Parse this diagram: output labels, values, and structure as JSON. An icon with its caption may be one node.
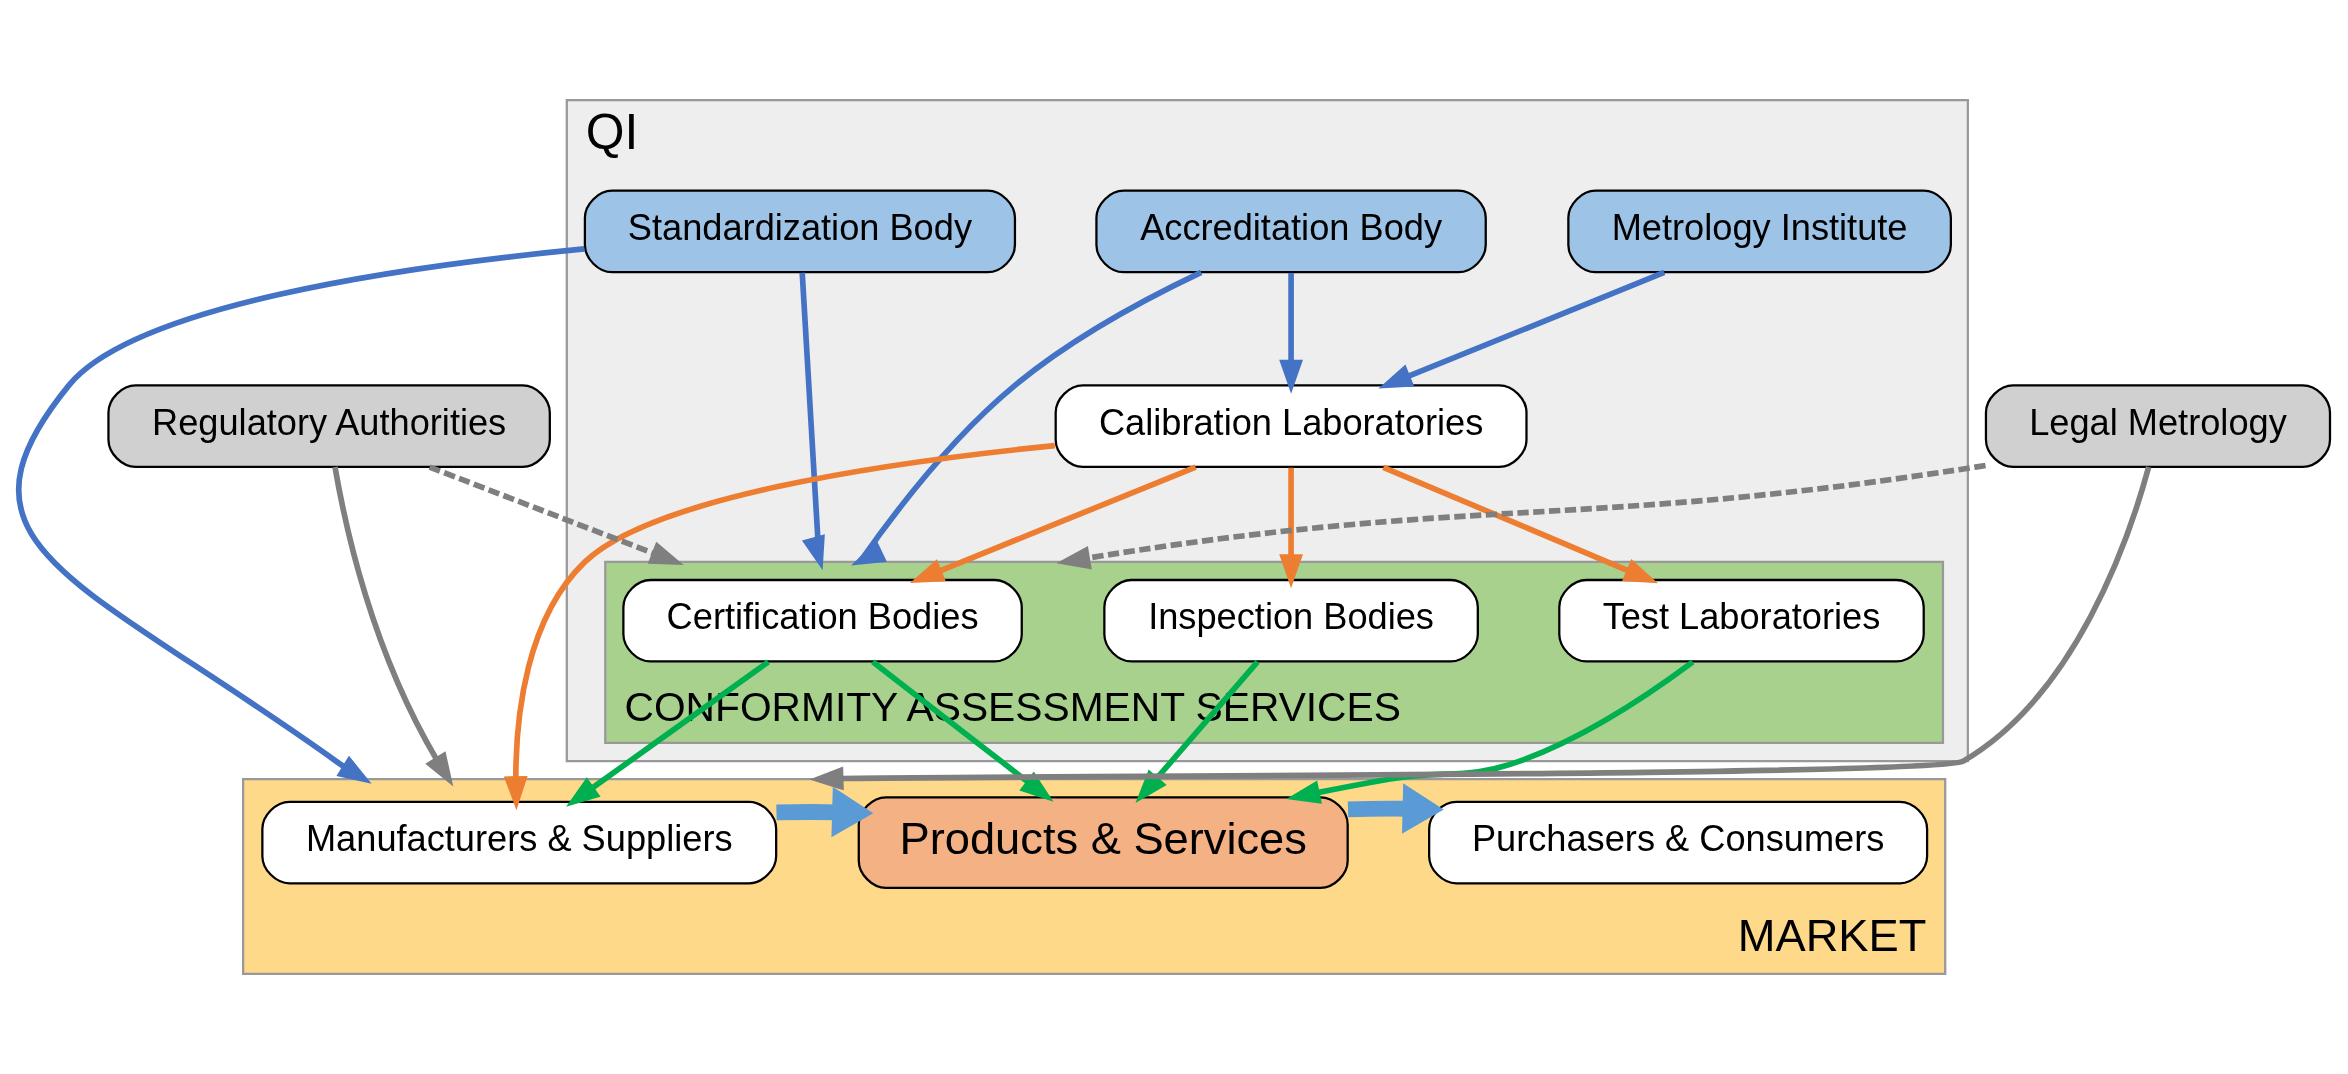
{
  "diagram": {
    "nodes": [
      {
        "text": [
          "QI"
        ]
      },
      {
        "text": [
          "Metrology Institute"
        ],
        "in": 0
      },
      {
        "text": [
          "Accreditation Body"
        ],
        "in": 0
      },
      {
        "text": [
          "Standardization Body"
        ],
        "in": 0
      },
      {
        "text": [
          "Calibration Laboratories"
        ],
        "in": 0
      },
      {
        "text": [
          "CONFORMITY ASSESSMENT SERVICES"
        ],
        "in": 0
      },
      {
        "text": [
          "Certification Bodies"
        ],
        "in": 5
      },
      {
        "text": [
          "Test Laboratories"
        ],
        "in": 5
      },
      {
        "text": [
          "Inspection Bodies"
        ],
        "in": 5
      },
      {
        "text": [
          "Regulatory Authorities"
        ]
      },
      {
        "text": [
          "Legal Metrology"
        ]
      },
      {
        "text": [
          "MARKET"
        ]
      },
      {
        "text": [
          "Manufacturers & Suppliers"
        ],
        "in": 11
      },
      {
        "text": [
          "Products & Services"
        ],
        "in": 11
      },
      {
        "text": [
          "Purchasers & Consumers"
        ],
        "in": 11
      }
    ],
    "edges": [
      {
        "from": 1,
        "to": 4,
        "arrow": "to",
        "color": "#4472c4"
      },
      {
        "from": 2,
        "to": 4,
        "arrow": "to",
        "color": "#4472c4"
      },
      {
        "from": 2,
        "to": 5,
        "arrow": "to",
        "color": "#4472c4"
      },
      {
        "from": 3,
        "to": 5,
        "arrow": "to",
        "color": "#4472c4"
      },
      {
        "from": 3,
        "to": 11,
        "arrow": "to",
        "color": "#4472c4"
      },
      {
        "from": 9,
        "to": 5,
        "arrow": "to",
        "style": "dashed",
        "color": "#7f7f7f"
      },
      {
        "from": 10,
        "to": 5,
        "arrow": "to",
        "style": "dashed",
        "color": "#7f7f7f"
      },
      {
        "from": 10,
        "to": 11,
        "arrow": "to",
        "color": "#7f7f7f"
      },
      {
        "from": 9,
        "to": 11,
        "arrow": "to",
        "color": "#7f7f7f"
      },
      {
        "from": 4,
        "to": 6,
        "arrow": "to",
        "color": "#ed7d31"
      },
      {
        "from": 4,
        "to": 7,
        "arrow": "to",
        "color": "#ed7d31"
      },
      {
        "from": 4,
        "to": 8,
        "arrow": "to",
        "color": "#ed7d31"
      },
      {
        "from": 4,
        "to": 12,
        "arrow": "to",
        "color": "#ed7d31"
      },
      {
        "from": 6,
        "to": 12,
        "arrow": "to",
        "color": "#00b050"
      },
      {
        "from": 6,
        "to": 13,
        "arrow": "to",
        "color": "#00b050"
      },
      {
        "from": 7,
        "to": 13,
        "arrow": "to",
        "color": "#00b050"
      },
      {
        "from": 8,
        "to": 13,
        "arrow": "to",
        "color": "#00b050"
      },
      {
        "from": 12,
        "to": 13,
        "arrow": "to",
        "style": "thick",
        "color": "#5b9bd5"
      },
      {
        "from": 13,
        "to": 14,
        "arrow": "to",
        "style": "thick",
        "color": "#5b9bd5"
      }
    ]
  }
}
